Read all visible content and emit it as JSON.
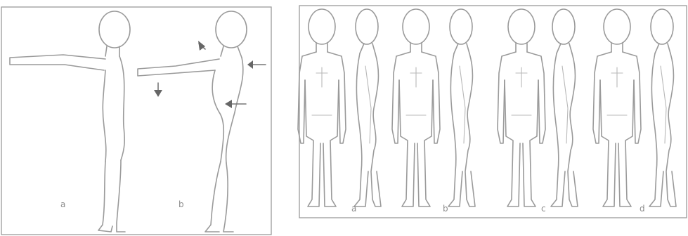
{
  "left_panel": {
    "figures": [
      {
        "label": "a"
      },
      {
        "label": "b"
      }
    ]
  },
  "right_panel": {
    "figures": [
      {
        "label": "a"
      },
      {
        "label": "b"
      },
      {
        "label": "c"
      },
      {
        "label": "d"
      }
    ]
  }
}
